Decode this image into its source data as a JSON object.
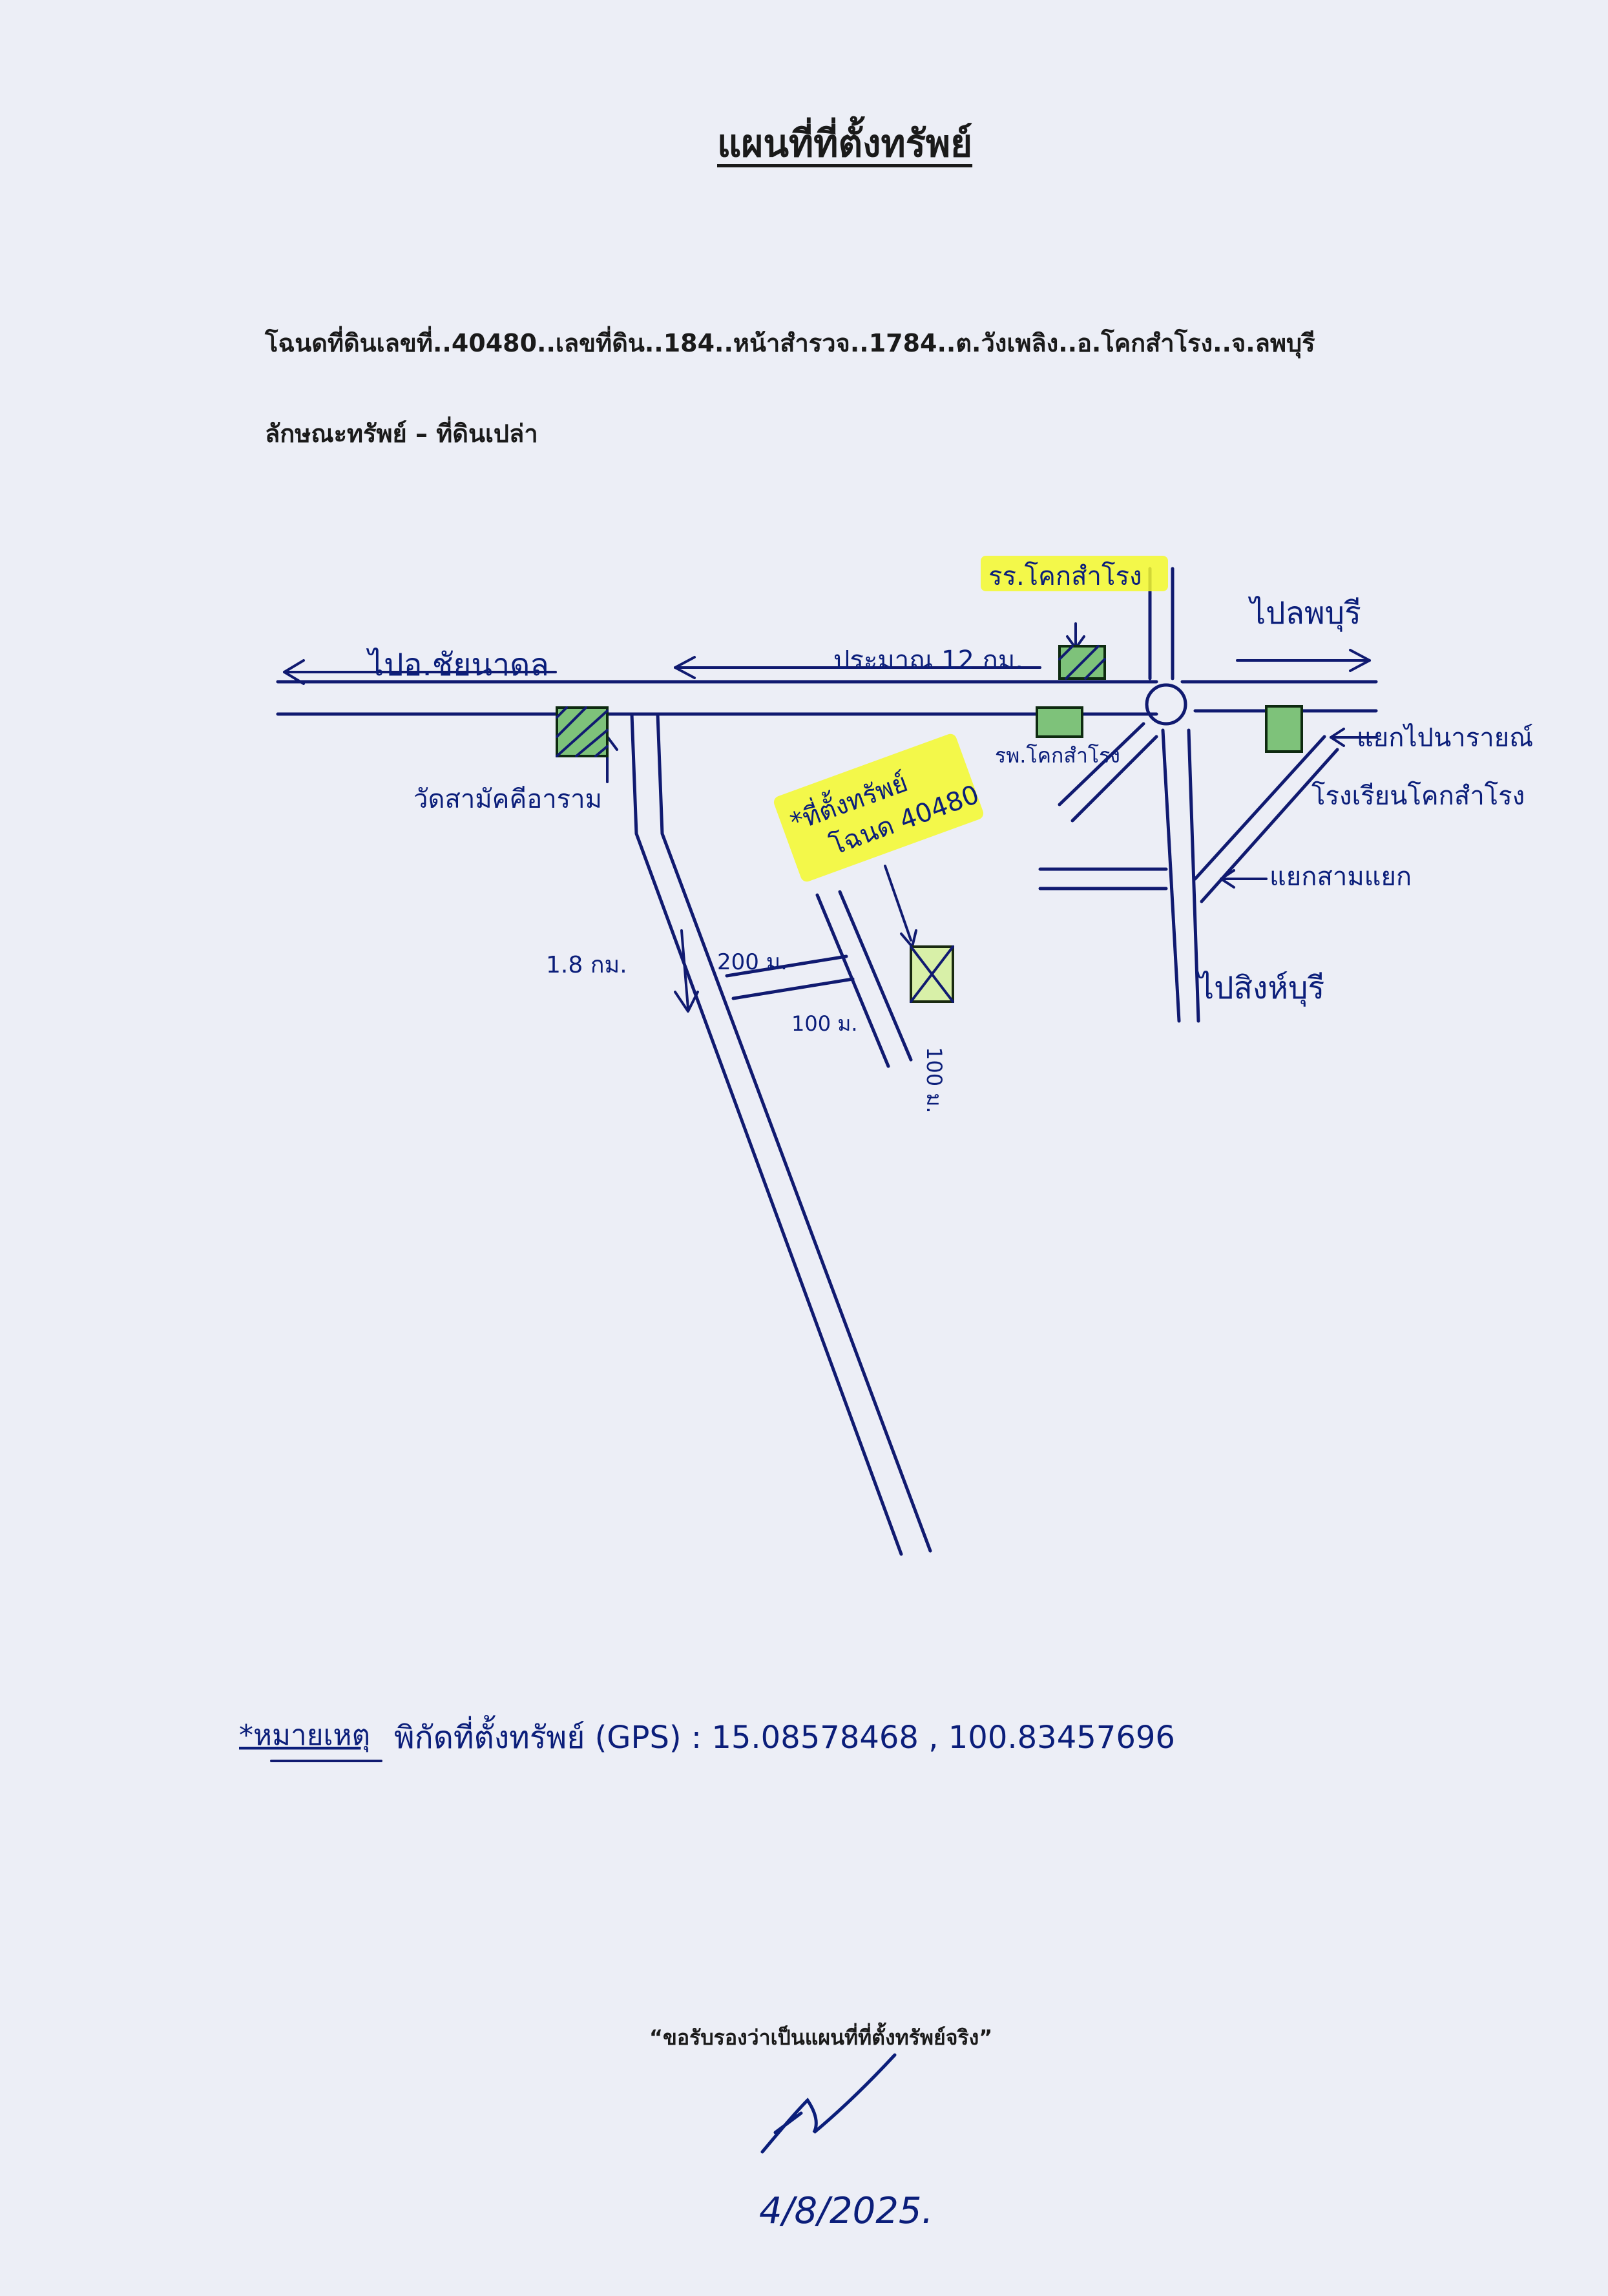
{
  "document": {
    "title": "แผนที่ที่ตั้งทรัพย์",
    "deed_line": "โฉนดที่ดินเลขที่..40480..เลขที่ดิน..184..หน้าสำรวจ..1784..ต.วังเพลิง..อ.โคกสำโรง..จ.ลพบุรี",
    "property_type_line": "ลักษณะทรัพย์ – ที่ดินเปล่า",
    "certification": "“ขอรับรองว่าเป็นแผนที่ที่ตั้งทรัพย์จริง”",
    "date": "4/8/2025."
  },
  "map": {
    "to_chainat": "ไปอ.ชัยนาดล",
    "to_lopburi": "ไปลพบุรี",
    "to_singburi": "ไปสิงห์บุรี",
    "distance_main": "ประมาณ 12 กม.",
    "school": "รร.โคกสำโรง",
    "hospital": "รพ.โคกสำโรง",
    "temple": "วัดสามัคคีอาราม",
    "junction": "แยกไปนารายณ์",
    "school2": "โรงเรียนโคกสำโรง",
    "intersection": "แยกสามแยก",
    "dist_18": "1.8 กม.",
    "dist_200": "200 ม.",
    "dist_100": "100 ม.",
    "dist_100b": "100 ม.",
    "property_label": "*ที่ตั้งทรัพย์",
    "property_deed": "โฉนด 40480",
    "gps_note_label": "*หมายเหตุ",
    "gps_text": "พิกัดที่ตั้งทรัพย์ (GPS) : 15.08578468 , 100.83457696"
  },
  "colors": {
    "ink": "#101a70",
    "highlight": "#f4f92c",
    "building": "#7ec27a",
    "paper": "#eceef6"
  }
}
